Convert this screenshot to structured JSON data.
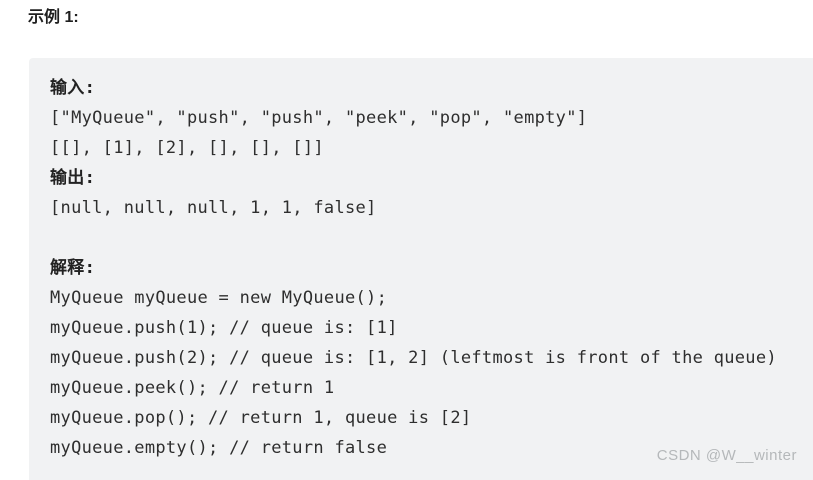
{
  "header": {
    "title": "示例 1:"
  },
  "example_block": {
    "lines": [
      {
        "style": "label",
        "text": "输入:"
      },
      {
        "style": "code",
        "text": "[\"MyQueue\", \"push\", \"push\", \"peek\", \"pop\", \"empty\"]"
      },
      {
        "style": "code",
        "text": "[[], [1], [2], [], [], []]"
      },
      {
        "style": "label",
        "text": "输出:"
      },
      {
        "style": "code",
        "text": "[null, null, null, 1, 1, false]"
      },
      {
        "style": "blank",
        "text": ""
      },
      {
        "style": "label",
        "text": "解释:"
      },
      {
        "style": "code",
        "text": "MyQueue myQueue = new MyQueue();"
      },
      {
        "style": "code",
        "text": "myQueue.push(1); // queue is: [1]"
      },
      {
        "style": "code",
        "text": "myQueue.push(2); // queue is: [1, 2] (leftmost is front of the queue)"
      },
      {
        "style": "code",
        "text": "myQueue.peek(); // return 1"
      },
      {
        "style": "code",
        "text": "myQueue.pop(); // return 1, queue is [2]"
      },
      {
        "style": "code",
        "text": "myQueue.empty(); // return false"
      }
    ]
  },
  "watermark": {
    "text": "CSDN @W__winter"
  },
  "colors": {
    "page_bg": "#ffffff",
    "code_block_bg": "#f1f2f3",
    "code_text": "#2e2e2e",
    "title_text": "#1f1f1f",
    "watermark_text": "#b5b8ba"
  }
}
